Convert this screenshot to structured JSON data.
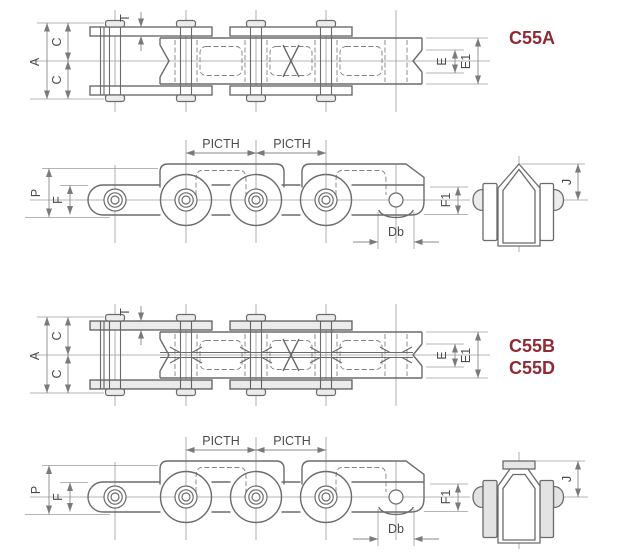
{
  "colors": {
    "background": "#ffffff",
    "object_line": "#6b6b6b",
    "thin_line": "#9b9b9b",
    "dimension_line": "#8a8a8a",
    "label_text": "#4a4a4a",
    "accent_red": "#8e2b35",
    "light_fill": "#ececec",
    "gray_fill": "#e3e3e3"
  },
  "chains": [
    {
      "titles": [
        "C55A"
      ],
      "labels": {
        "A": "A",
        "C_upper": "C",
        "C_lower": "C",
        "T": "T",
        "E": "E",
        "E1": "E1",
        "pitch_left": "PICTH",
        "pitch_right": "PICTH",
        "P": "P",
        "F": "F",
        "F1": "F1",
        "Db": "Db",
        "J": "J"
      }
    },
    {
      "titles": [
        "C55B",
        "C55D"
      ],
      "labels": {
        "A": "A",
        "C_upper": "C",
        "C_lower": "C",
        "T": "T",
        "E": "E",
        "E1": "E1",
        "pitch_left": "PICTH",
        "pitch_right": "PICTH",
        "P": "P",
        "F": "F",
        "F1": "F1",
        "Db": "Db",
        "J": "J"
      }
    }
  ]
}
